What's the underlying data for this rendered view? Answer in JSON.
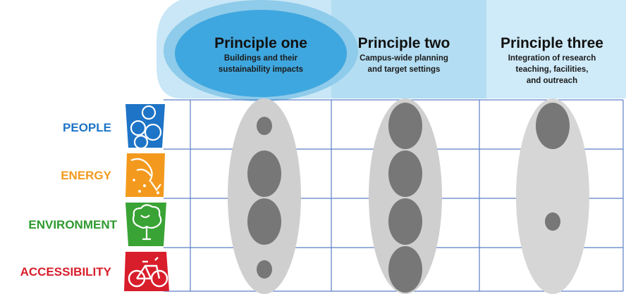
{
  "principles": [
    {
      "title": "Principle one",
      "subtitle": [
        "Buildings and their",
        "sustainability impacts"
      ]
    },
    {
      "title": "Principle two",
      "subtitle": [
        "Campus-wide planning",
        "and target settings"
      ]
    },
    {
      "title": "Principle three",
      "subtitle": [
        "Integration of research",
        "teaching, facilities,",
        "and outreach"
      ]
    }
  ],
  "rows": [
    {
      "label": "PEOPLE",
      "color": "#1e74c6",
      "icon": "people-icon",
      "icon_color": "#1e74c6"
    },
    {
      "label": "ENERGY",
      "color": "#f39a1e",
      "icon": "energy-icon",
      "icon_color": "#f39a1e"
    },
    {
      "label": "ENVIRONMENT",
      "color": "#2e9a2e",
      "icon": "tree-icon",
      "icon_color": "#3aa335"
    },
    {
      "label": "ACCESSIBILITY",
      "color": "#d81e2b",
      "icon": "bicycle-icon",
      "icon_color": "#d81e2b"
    }
  ],
  "impact": [
    [
      "small",
      "large",
      "large"
    ],
    [
      "large",
      "large",
      "none"
    ],
    [
      "large",
      "large",
      "small"
    ],
    [
      "small",
      "large",
      "none"
    ]
  ],
  "colors": {
    "banner_light": "#c9e7f6",
    "banner_mid": "#9fd3ee",
    "banner_strong": "#3fa7df",
    "grid": "#5b7fc7",
    "ellipse": "#cfcfcf",
    "dot": "#777777"
  }
}
